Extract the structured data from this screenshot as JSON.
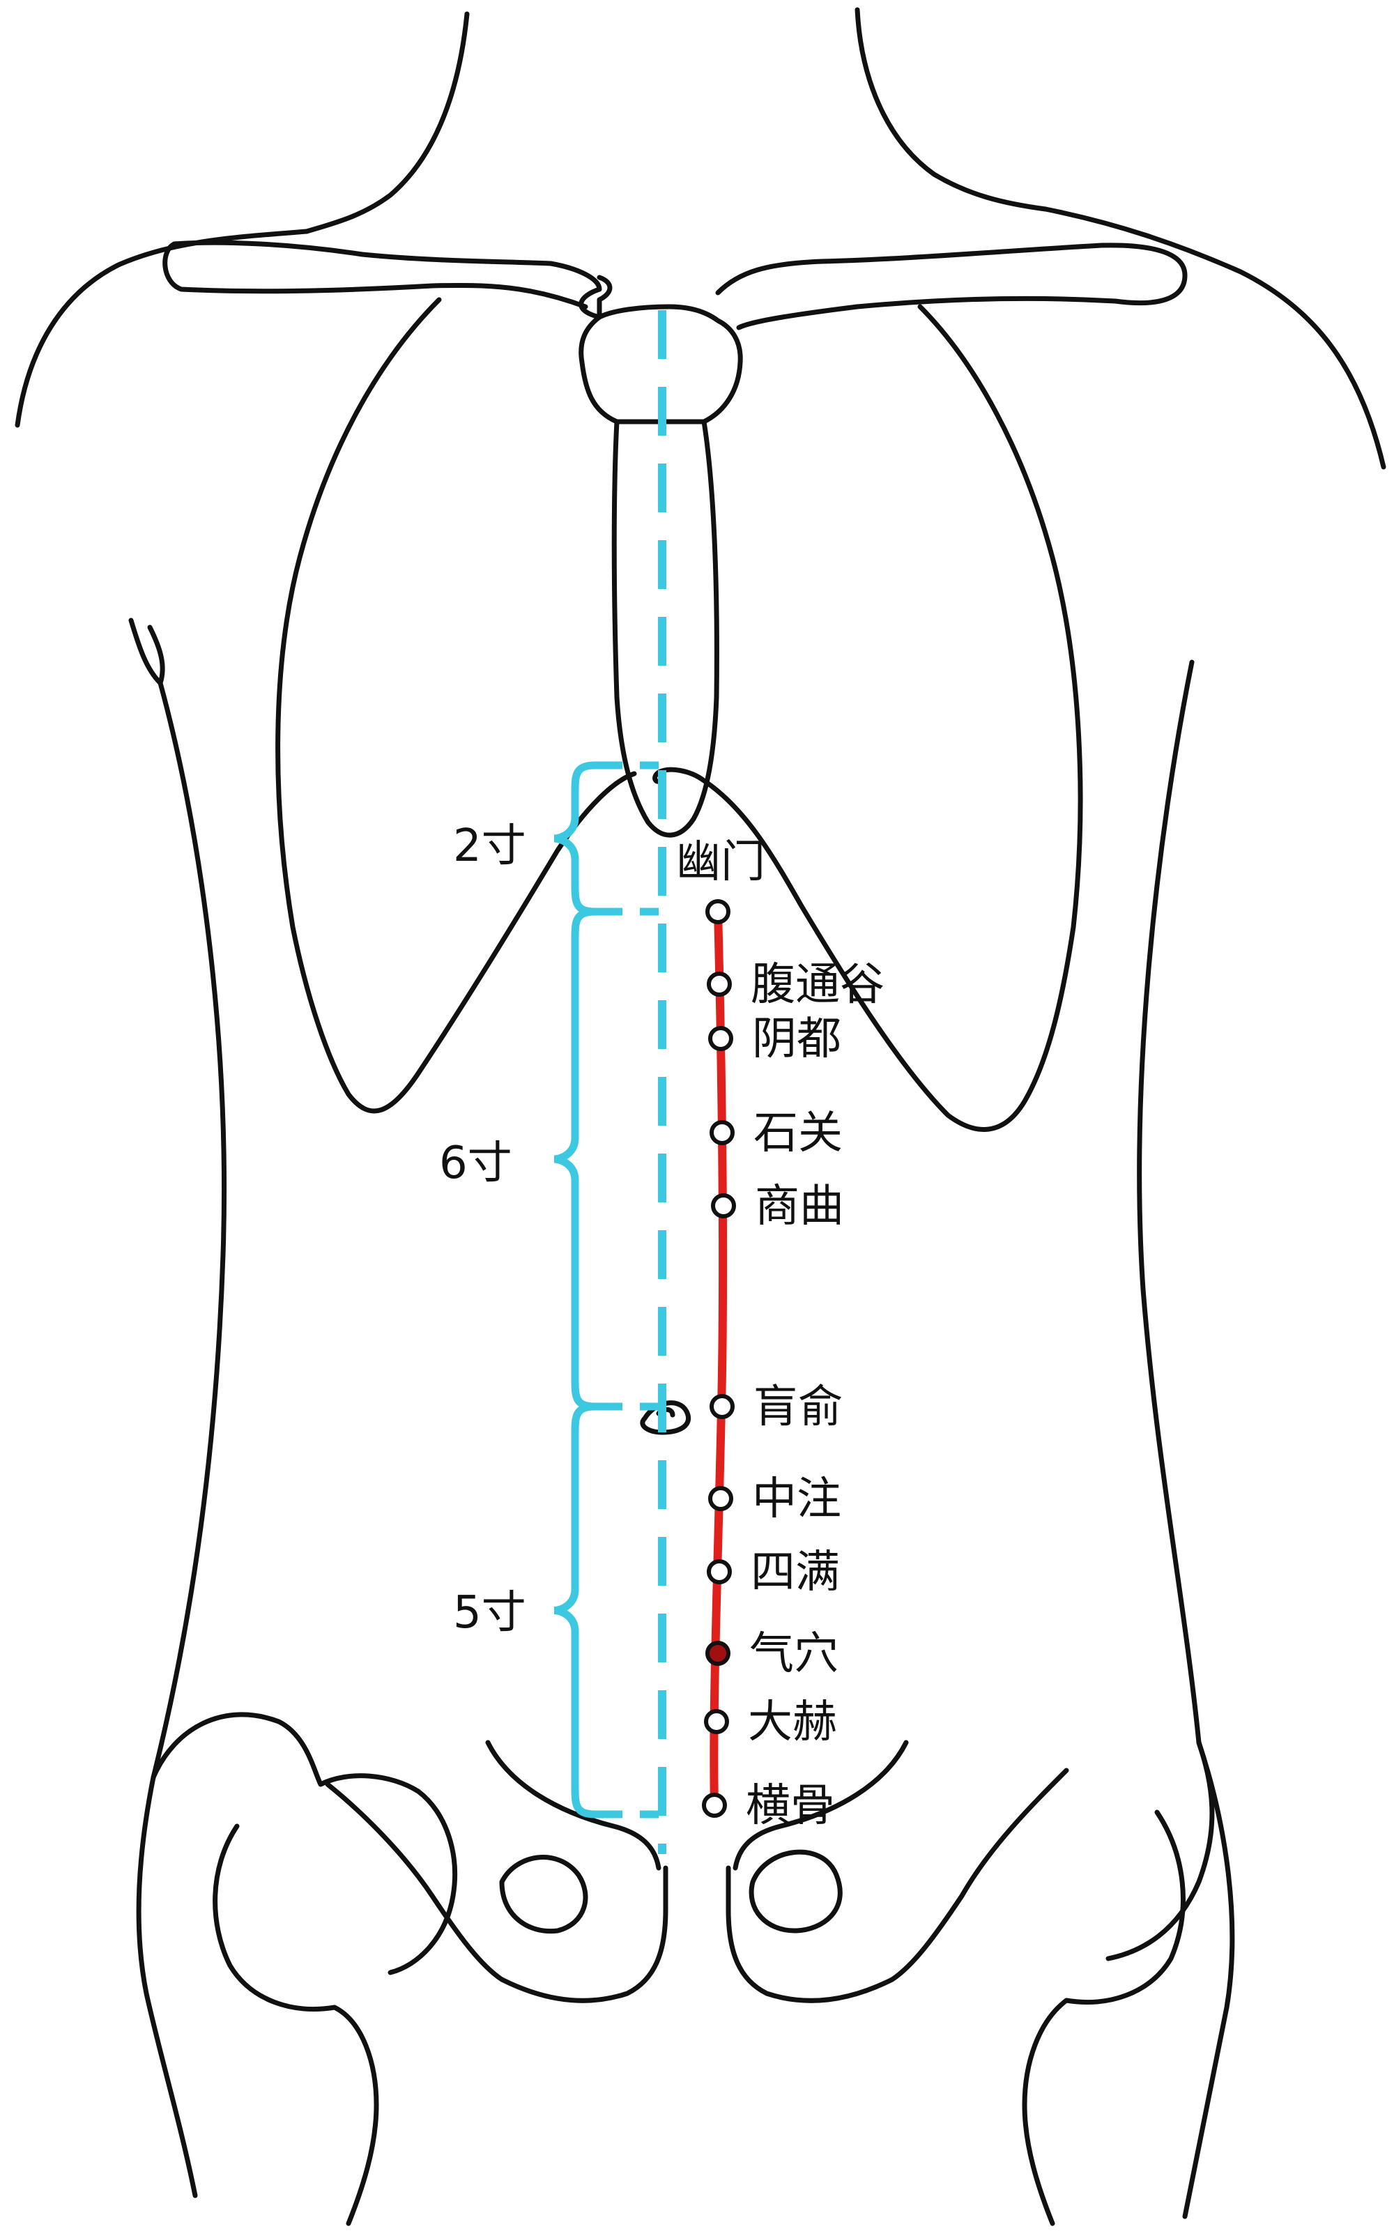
{
  "colors": {
    "outline": "#111111",
    "midline": "#3cc8e0",
    "meridian": "#e0201c",
    "highlight_fill": "#a01010",
    "highlight_text": "#d42020",
    "point_fill": "#ffffff"
  },
  "measurements": [
    {
      "label": "2寸"
    },
    {
      "label": "6寸"
    },
    {
      "label": "5寸"
    }
  ],
  "acupoints": [
    {
      "name": "幽门",
      "highlight": false
    },
    {
      "name": "腹通谷",
      "highlight": false
    },
    {
      "name": "阴都",
      "highlight": false
    },
    {
      "name": "石关",
      "highlight": false
    },
    {
      "name": "商曲",
      "highlight": false
    },
    {
      "name": "肓俞",
      "highlight": false
    },
    {
      "name": "中注",
      "highlight": false
    },
    {
      "name": "四满",
      "highlight": false
    },
    {
      "name": "气穴",
      "highlight": true
    },
    {
      "name": "大赫",
      "highlight": false
    },
    {
      "name": "横骨",
      "highlight": false
    }
  ]
}
